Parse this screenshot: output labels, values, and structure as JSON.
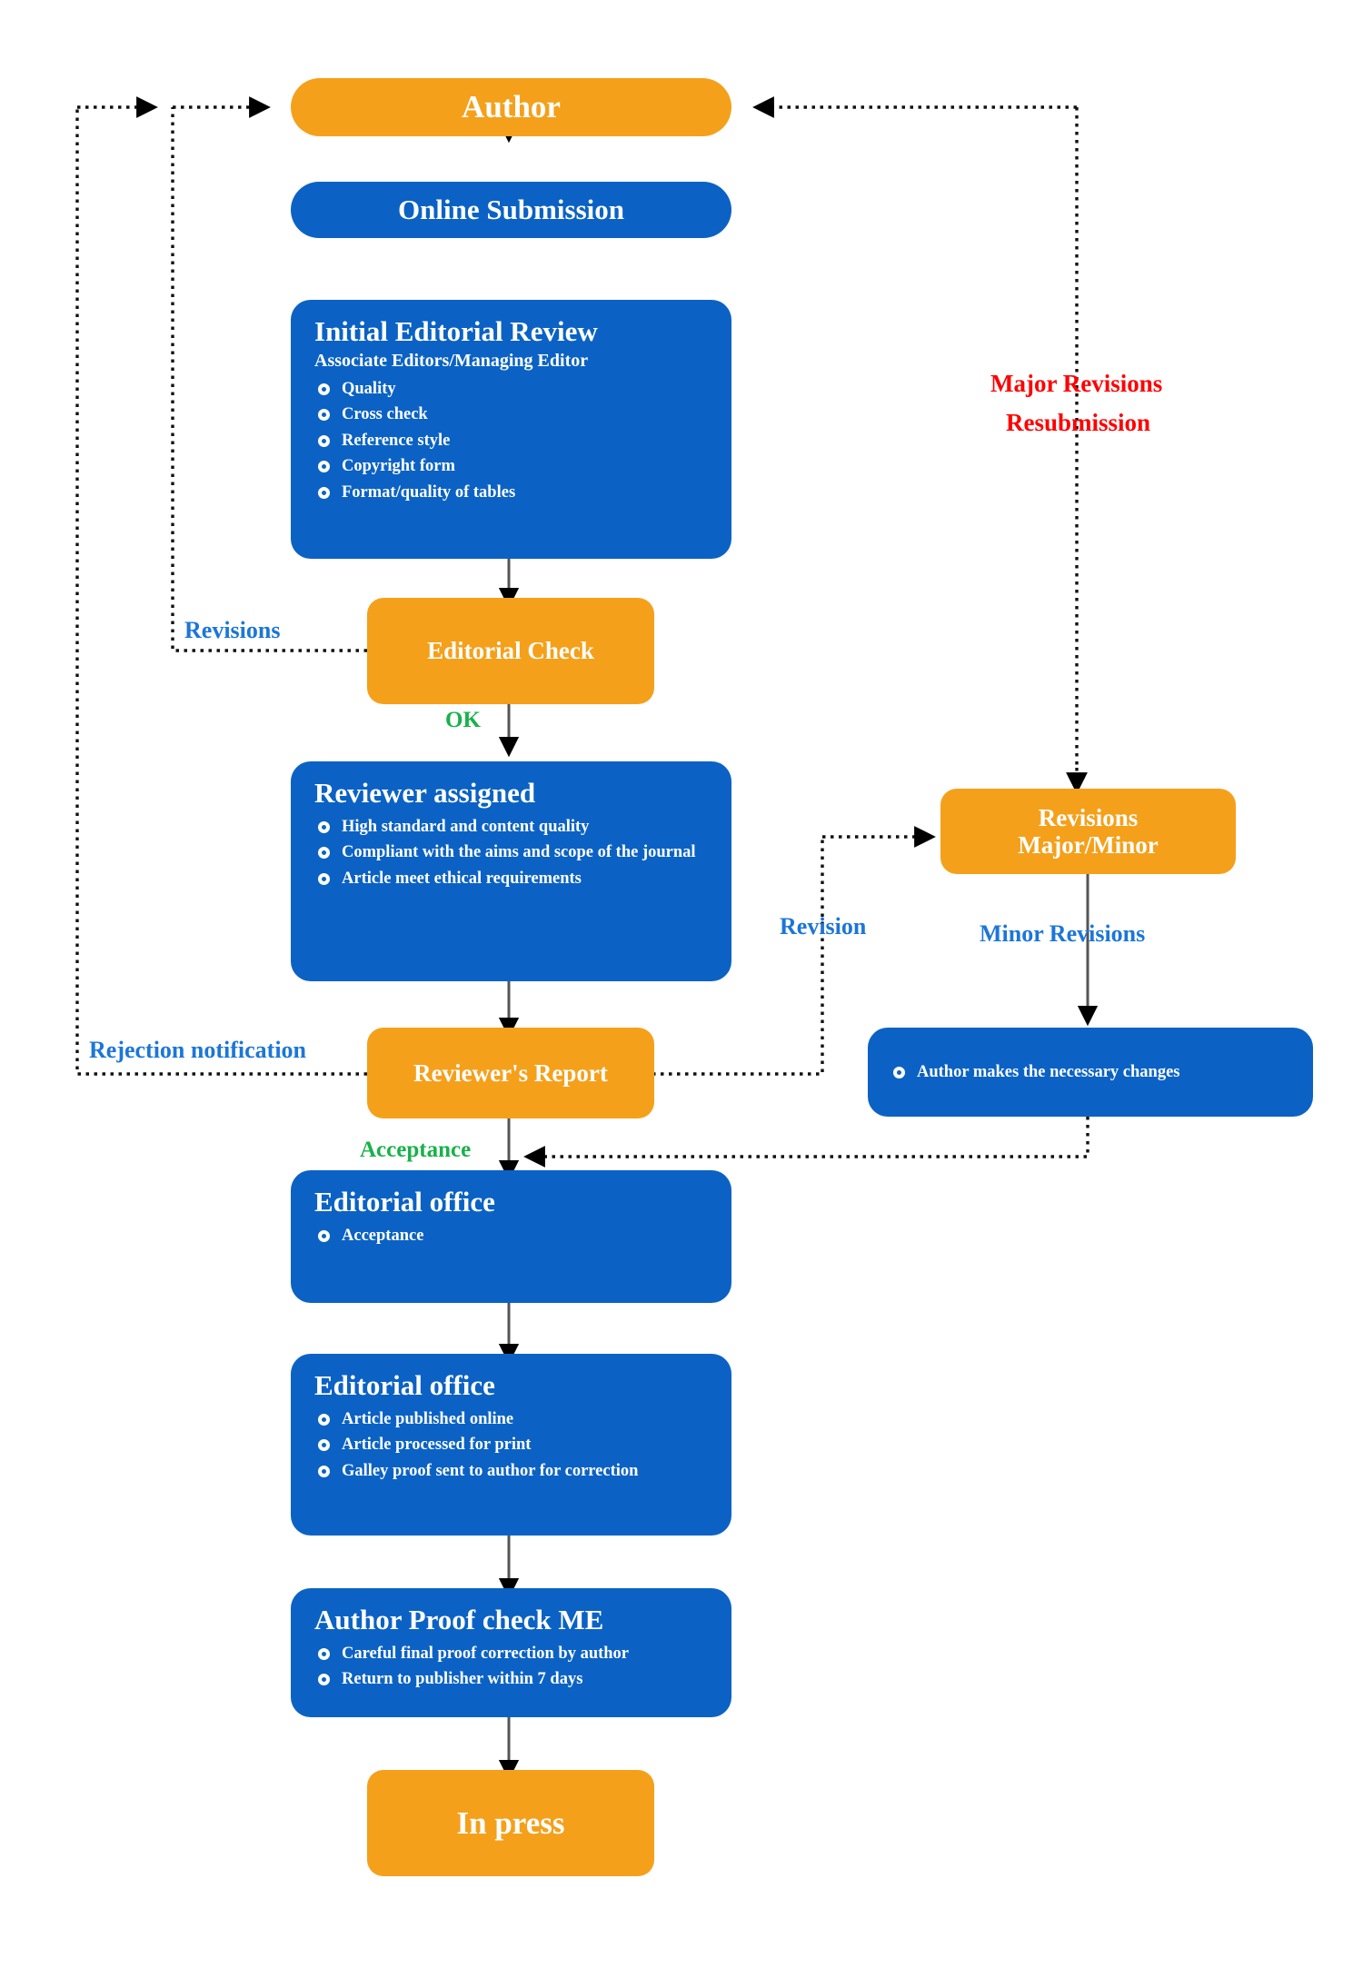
{
  "diagram": {
    "title": "Journal editorial and peer review workflow",
    "colors": {
      "orange": "#F5A01B",
      "blue": "#0B62C4",
      "label_blue": "#1C76D9",
      "label_green": "#19B14B",
      "label_red": "#FF0000",
      "arrow": "#000000",
      "background": "#FFFFFF"
    }
  },
  "nodes": {
    "author": {
      "title": "Author"
    },
    "online_submission": {
      "title": "Online Submission"
    },
    "initial_review": {
      "title": "Initial Editorial Review",
      "subtitle": "Associate Editors/Managing Editor",
      "bullets": [
        "Quality",
        "Cross check",
        "Reference style",
        "Copyright form",
        "Format/quality of tables"
      ]
    },
    "editorial_check": {
      "title": "Editorial Check"
    },
    "reviewer_assigned": {
      "title": "Reviewer assigned",
      "bullets": [
        "High standard and content quality",
        "Compliant with the aims and scope of the journal",
        "Article meet ethical requirements"
      ]
    },
    "revisions_major_minor": {
      "line1": "Revisions",
      "line2": "Major/Minor"
    },
    "reviewers_report": {
      "title": "Reviewer's Report"
    },
    "author_changes": {
      "bullets": [
        "Author makes the necessary changes"
      ]
    },
    "editorial_office_acceptance": {
      "title": "Editorial office",
      "bullets": [
        "Acceptance"
      ]
    },
    "editorial_office_publish": {
      "title": "Editorial office",
      "bullets": [
        "Article published online",
        "Article processed for print",
        "Galley proof sent to author for correction"
      ]
    },
    "author_proof_check": {
      "title": "Author Proof check ME",
      "bullets": [
        "Careful final proof correction by author",
        "Return to publisher within 7 days"
      ]
    },
    "in_press": {
      "title": "In press"
    }
  },
  "edge_labels": {
    "revisions": "Revisions",
    "ok": "OK",
    "revision": "Revision",
    "minor_revisions": "Minor Revisions",
    "major_revisions_resubmission_line1": "Major Revisions",
    "major_revisions_resubmission_line2": "Resubmission",
    "rejection_notification": "Rejection notification",
    "acceptance": "Acceptance"
  }
}
